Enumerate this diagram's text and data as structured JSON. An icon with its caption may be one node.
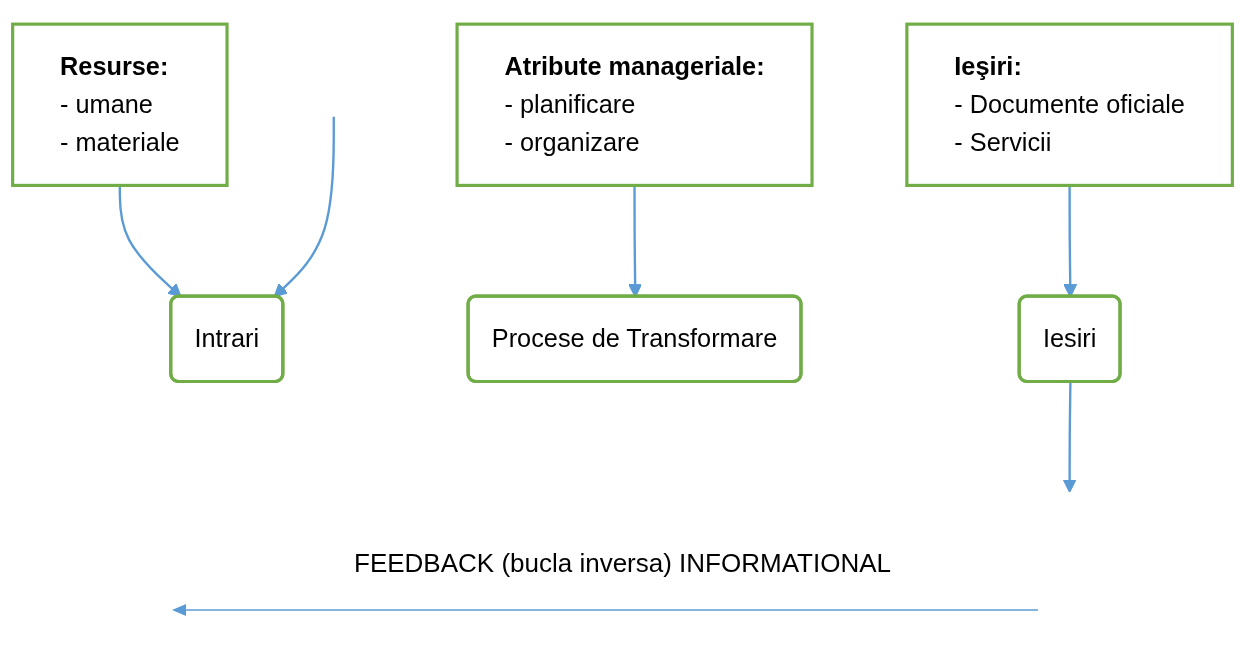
{
  "diagram": {
    "nodes": [
      {
        "text": [
          "Resurse:",
          "- umane",
          "- materiale"
        ]
      },
      {
        "text": [
          "Atribute manageriale:",
          "- planificare",
          "- organizare"
        ]
      },
      {
        "text": [
          "Ieşiri:",
          "- Documente oficiale",
          "- Servicii"
        ]
      },
      {
        "text": [
          "Intrari"
        ]
      },
      {
        "text": [
          "Procese de Transformare"
        ]
      },
      {
        "text": [
          "Iesiri"
        ]
      }
    ],
    "edges": [
      {
        "from": 0,
        "to": 3,
        "arrow": "to"
      },
      {
        "from": 1,
        "to": 4,
        "arrow": "to"
      },
      {
        "from": 2,
        "to": 5,
        "arrow": "to"
      },
      {
        "from": 5,
        "to": null,
        "arrow": "to"
      },
      {
        "from": null,
        "to": 3,
        "arrow": "to"
      }
    ],
    "labels": [
      "FEEDBACK (bucla inversa) INFORMATIONAL"
    ]
  }
}
